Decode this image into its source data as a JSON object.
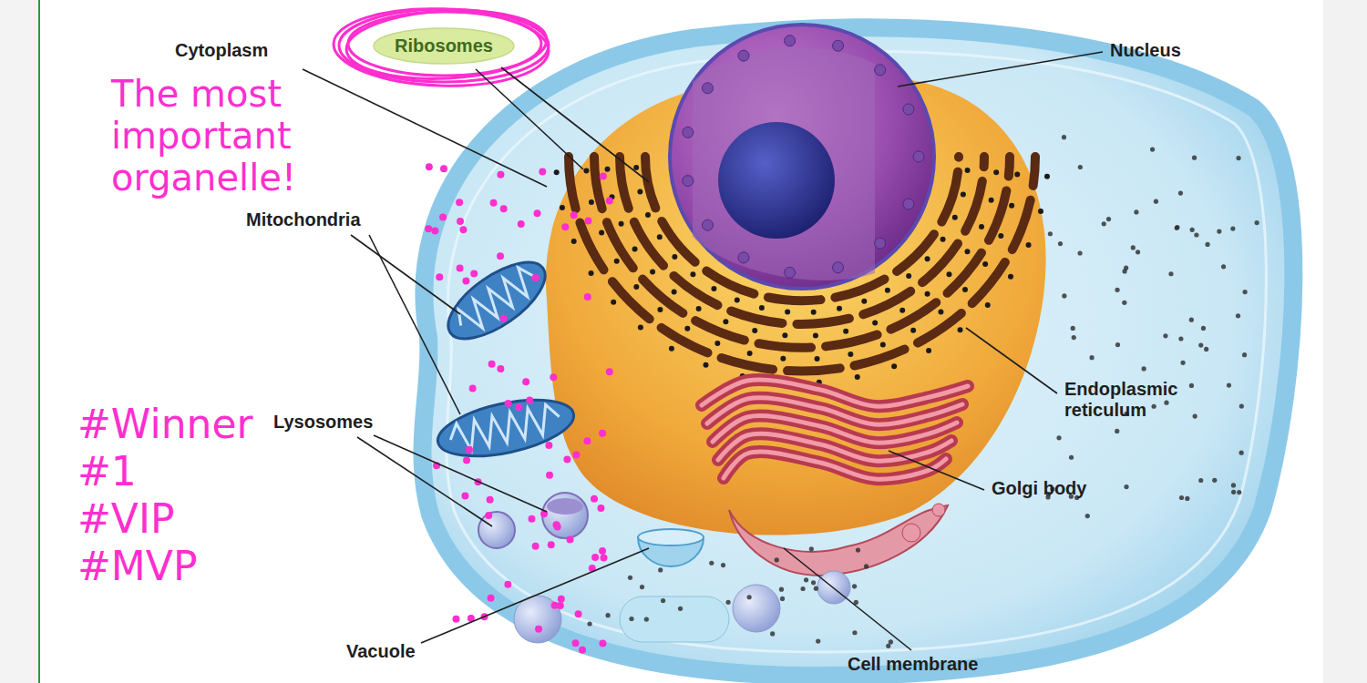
{
  "diagram": {
    "nodes": [
      {
        "text": [
          "Ribosomes"
        ]
      }
    ],
    "labels": [
      "Cytoplasm",
      "The most important organelle!",
      "Nucleus",
      "Mitochondria",
      "#Winner",
      "#1",
      "#VIP",
      "#MVP",
      "Lysosomes",
      "Endoplasmic reticulum",
      "Golgi body",
      "Vacuole",
      "Cell membrane"
    ]
  }
}
